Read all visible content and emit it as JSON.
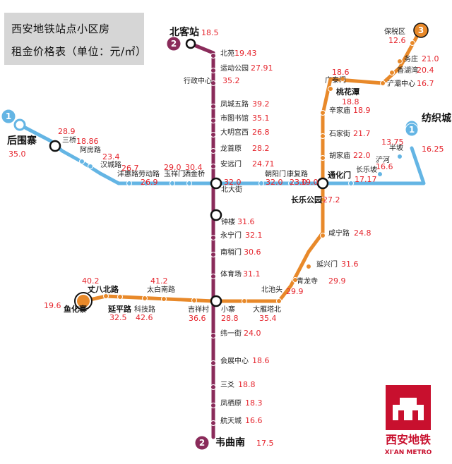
{
  "title": {
    "line1": "西安地铁站点小区房",
    "line2": "租金价格表（单位：元/㎡）"
  },
  "colors": {
    "line1": "#64b5e4",
    "line2": "#8a2b5a",
    "line3": "#e8892a",
    "price": "#e5232b",
    "logo": "#c8102e"
  },
  "lines": [
    {
      "id": "1",
      "name": "1",
      "color": "#64b5e4"
    },
    {
      "id": "2",
      "name": "2",
      "color": "#8a2b5a"
    },
    {
      "id": "3",
      "name": "3",
      "color": "#e8892a"
    }
  ],
  "stations": [
    {
      "name": "后围寨",
      "price": "35.0"
    },
    {
      "name": "三桥",
      "price": "28.9"
    },
    {
      "name": "阿房路",
      "price": "18.86"
    },
    {
      "name": "汉城路",
      "price": "23.4"
    },
    {
      "name": "沣惠路",
      "price": "26.7"
    },
    {
      "name": "劳动路",
      "price": "26.9"
    },
    {
      "name": "玉祥门",
      "price": "29.0"
    },
    {
      "name": "洒金桥",
      "price": "30.4"
    },
    {
      "name": "北大街",
      "price": "32.0"
    },
    {
      "name": "朝阳门",
      "price": "32.0"
    },
    {
      "name": "康复路",
      "price": "23.0"
    },
    {
      "name": "通化门",
      "price": "19.0"
    },
    {
      "name": "长乐坡",
      "price": "17.17"
    },
    {
      "name": "浐河",
      "price": "16.6"
    },
    {
      "name": "半坡",
      "price": "13.75"
    },
    {
      "name": "纺织城",
      "price": "16.25"
    },
    {
      "name": "北客站",
      "price": "18.5"
    },
    {
      "name": "北苑",
      "price": "19.43"
    },
    {
      "name": "运动公园",
      "price": "27.91"
    },
    {
      "name": "行政中心",
      "price": "35.2"
    },
    {
      "name": "凤城五路",
      "price": "39.2"
    },
    {
      "name": "市图书馆",
      "price": "35.1"
    },
    {
      "name": "大明宫西",
      "price": "26.8"
    },
    {
      "name": "龙首原",
      "price": "28.2"
    },
    {
      "name": "安远门",
      "price": "24.71"
    },
    {
      "name": "钟楼",
      "price": "31.6"
    },
    {
      "name": "永宁门",
      "price": "32.1"
    },
    {
      "name": "南稍门",
      "price": "30.6"
    },
    {
      "name": "体育场",
      "price": "31.1"
    },
    {
      "name": "小寨",
      "price": "28.8"
    },
    {
      "name": "纬一街",
      "price": "24.0"
    },
    {
      "name": "会展中心",
      "price": "18.6"
    },
    {
      "name": "三爻",
      "price": "18.8"
    },
    {
      "name": "凤栖原",
      "price": "18.3"
    },
    {
      "name": "航天城",
      "price": "16.6"
    },
    {
      "name": "韦曲南",
      "price": "17.5"
    },
    {
      "name": "鱼化寨",
      "price": "19.6"
    },
    {
      "name": "丈八北路",
      "price": "40.2"
    },
    {
      "name": "延平路",
      "price": "32.5"
    },
    {
      "name": "科技路",
      "price": "42.6"
    },
    {
      "name": "太白南路",
      "price": "41.2"
    },
    {
      "name": "吉祥村",
      "price": "36.6"
    },
    {
      "name": "大雁塔北",
      "price": "35.4"
    },
    {
      "name": "北池头",
      "price": "29.9"
    },
    {
      "name": "青龙寺",
      "price": "29.9"
    },
    {
      "name": "延兴门",
      "price": "31.6"
    },
    {
      "name": "咸宁路",
      "price": "24.8"
    },
    {
      "name": "长乐公园",
      "price": "27.2"
    },
    {
      "name": "胡家庙",
      "price": "22.0"
    },
    {
      "name": "石家街",
      "price": "21.7"
    },
    {
      "name": "辛家庙",
      "price": "18.9"
    },
    {
      "name": "桃花潭",
      "price": "18.8"
    },
    {
      "name": "广泰门",
      "price": "18.6"
    },
    {
      "name": "浐灞中心",
      "price": "16.7"
    },
    {
      "name": "香湖湾",
      "price": "20.4"
    },
    {
      "name": "务庄",
      "price": "21.0"
    },
    {
      "name": "保税区",
      "price": "12.6"
    }
  ],
  "logo": {
    "cn": "西安地铁",
    "en": "XI'AN METRO"
  }
}
